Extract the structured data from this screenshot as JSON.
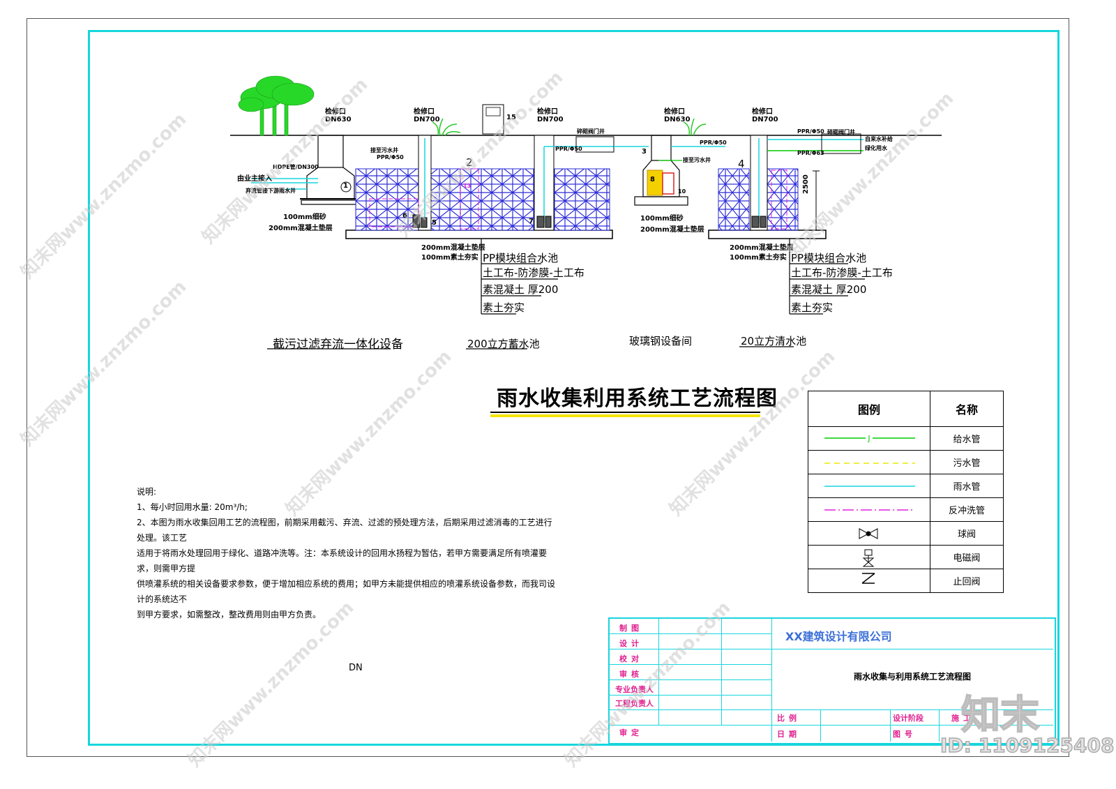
{
  "main_title": "雨水收集利用系统工艺流程图",
  "sections": {
    "s1": "截污过滤弃流一体化设备",
    "s2": "200立方蓄水池",
    "s3": "玻璃钢设备间",
    "s4": "20立方清水池"
  },
  "labels": {
    "jianxiu": "检修口",
    "dn630": "DN630",
    "dn700": "DN700",
    "num15": "15",
    "pipe_in": "由业主接入",
    "pipe_out": "弃流管接下游雨水井",
    "hdpe": "HDPE管/DN300",
    "to_sewer": "接至污水井",
    "ppr50": "PPR/Φ50",
    "ppr63": "PPR/Φ63",
    "valve_well": "碎砌阀门井",
    "to_sewer2": "接至污水井",
    "tap_water": "自来水补给",
    "green_water": "绿化用水",
    "sand100": "100mm细砂",
    "concrete200": "200mm混凝土垫层",
    "concrete200b": "200mm混凝土垫层",
    "soil100": "100mm素土夯实",
    "layer1": "PP模块组合水池",
    "layer2": "土工布-防渗膜-土工布",
    "layer3": "素混凝土 厚200",
    "layer4": "素土夯实",
    "dim2500": "2500",
    "n1": "1",
    "n2": "2",
    "n3": "3",
    "n4": "4",
    "n5": "5",
    "n6": "6",
    "n7": "7",
    "n8": "8",
    "n10": "10",
    "n13": "13"
  },
  "notes": {
    "heading": "说明:",
    "line1": "1、每小时回用水量: 20m³/h;",
    "line2": "2、本图为雨水收集回用工艺的流程图，前期采用截污、弃流、过滤的预处理方法，后期采用过滤消毒的工艺进行处理。该工艺",
    "line3": "适用于将雨水处理回用于绿化、道路冲洗等。注：本系统设计的回用水扬程为暂估，若甲方需要满足所有喷灌要求，则需甲方提",
    "line4": "供喷灌系统的相关设备要求参数，便于增加相应系统的费用；如甲方未能提供相应的喷灌系统设备参数，而我司设计的系统达不",
    "line5": "到甲方要求，如需整改，整改费用则由甲方负责。",
    "dn": "DN"
  },
  "legend": {
    "col1": "图例",
    "col2": "名称",
    "rows": [
      {
        "name": "给水管",
        "color": "#00cc00",
        "mark": "J"
      },
      {
        "name": "污水管",
        "color": "#e8e800"
      },
      {
        "name": "雨水管",
        "color": "#16d6dd"
      },
      {
        "name": "反冲洗管",
        "color": "#e020e0"
      },
      {
        "name": "球阀"
      },
      {
        "name": "电磁阀"
      },
      {
        "name": "止回阀"
      }
    ]
  },
  "titleblock": {
    "company": "XX建筑设计有限公司",
    "drawing_title": "雨水收集与利用系统工艺流程图",
    "rows": [
      "制图",
      "设计",
      "校对",
      "审核",
      "专业负责人",
      "工程负责人"
    ],
    "approve": "审定",
    "scale": "比例",
    "date": "日期",
    "stage": "设计阶段",
    "stage_val": "施工",
    "drawing_no": "图号"
  },
  "watermark": "知末网www.znzmo.com",
  "logo": "知末",
  "id_tag": "ID: 1109125408"
}
